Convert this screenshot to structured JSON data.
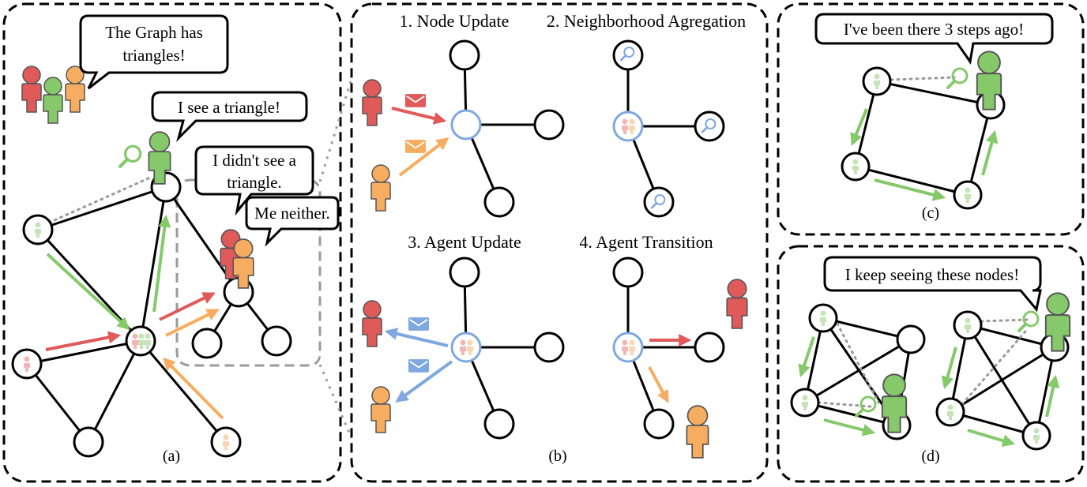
{
  "palette": {
    "red": "#e05a5a",
    "orange": "#f7ad5f",
    "green": "#85c96a",
    "blue": "#7fa8e0",
    "gray": "#9a9a9a"
  },
  "icons": {
    "agent": "person-icon",
    "observe": "magnifier-icon",
    "message": "envelope-icon"
  },
  "panel_a": {
    "label": "(a)",
    "bubble_group": [
      "The Graph has",
      "triangles!"
    ],
    "bubble_green": "I see a triangle!",
    "bubble_red": [
      "I didn't see a",
      "triangle."
    ],
    "bubble_orange": "Me neither."
  },
  "panel_b": {
    "label": "(b)",
    "step1": "1. Node Update",
    "step2": "2. Neighborhood Agregation",
    "step3": "3. Agent Update",
    "step4": "4. Agent Transition"
  },
  "panel_c": {
    "label": "(c)",
    "bubble": "I've been there 3 steps ago!"
  },
  "panel_d": {
    "label": "(d)",
    "bubble": "I keep seeing these nodes!"
  }
}
